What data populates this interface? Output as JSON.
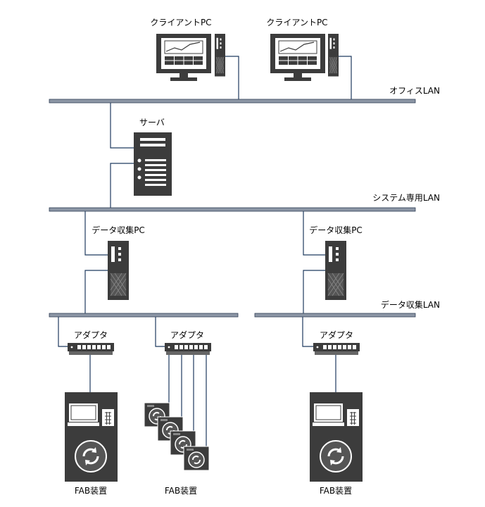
{
  "networks": {
    "office_lan": "オフィスLAN",
    "system_lan": "システム専用LAN",
    "data_lan": "データ収集LAN"
  },
  "devices": {
    "client_pc_1": "クライアントPC",
    "client_pc_2": "クライアントPC",
    "server": "サーバ",
    "data_pc_1": "データ収集PC",
    "data_pc_2": "データ収集PC",
    "adapter_1": "アダプタ",
    "adapter_2": "アダプタ",
    "adapter_3": "アダプタ",
    "fab_1": "FAB装置",
    "fab_2": "FAB装置",
    "fab_3": "FAB装置"
  },
  "colors": {
    "lan_bar_fill": "#8c96a5",
    "device_dark": "#3c3c3c",
    "line": "#1f3a5f"
  }
}
